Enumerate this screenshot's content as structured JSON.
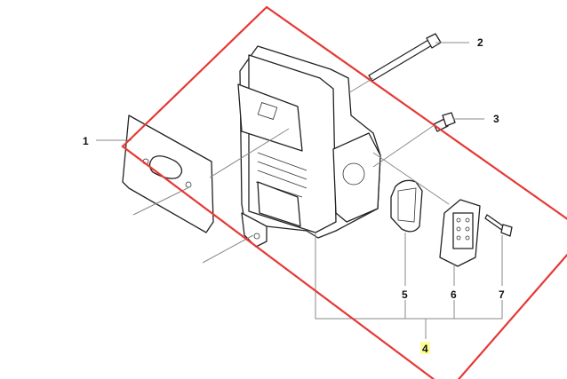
{
  "diagram": {
    "callouts": [
      {
        "id": "1",
        "text": "1"
      },
      {
        "id": "2",
        "text": "2"
      },
      {
        "id": "3",
        "text": "3"
      },
      {
        "id": "4",
        "text": "4",
        "highlight": "#ffff99"
      },
      {
        "id": "5",
        "text": "5"
      },
      {
        "id": "6",
        "text": "6"
      },
      {
        "id": "7",
        "text": "7"
      }
    ],
    "highlight_box_color": "#e53935"
  }
}
